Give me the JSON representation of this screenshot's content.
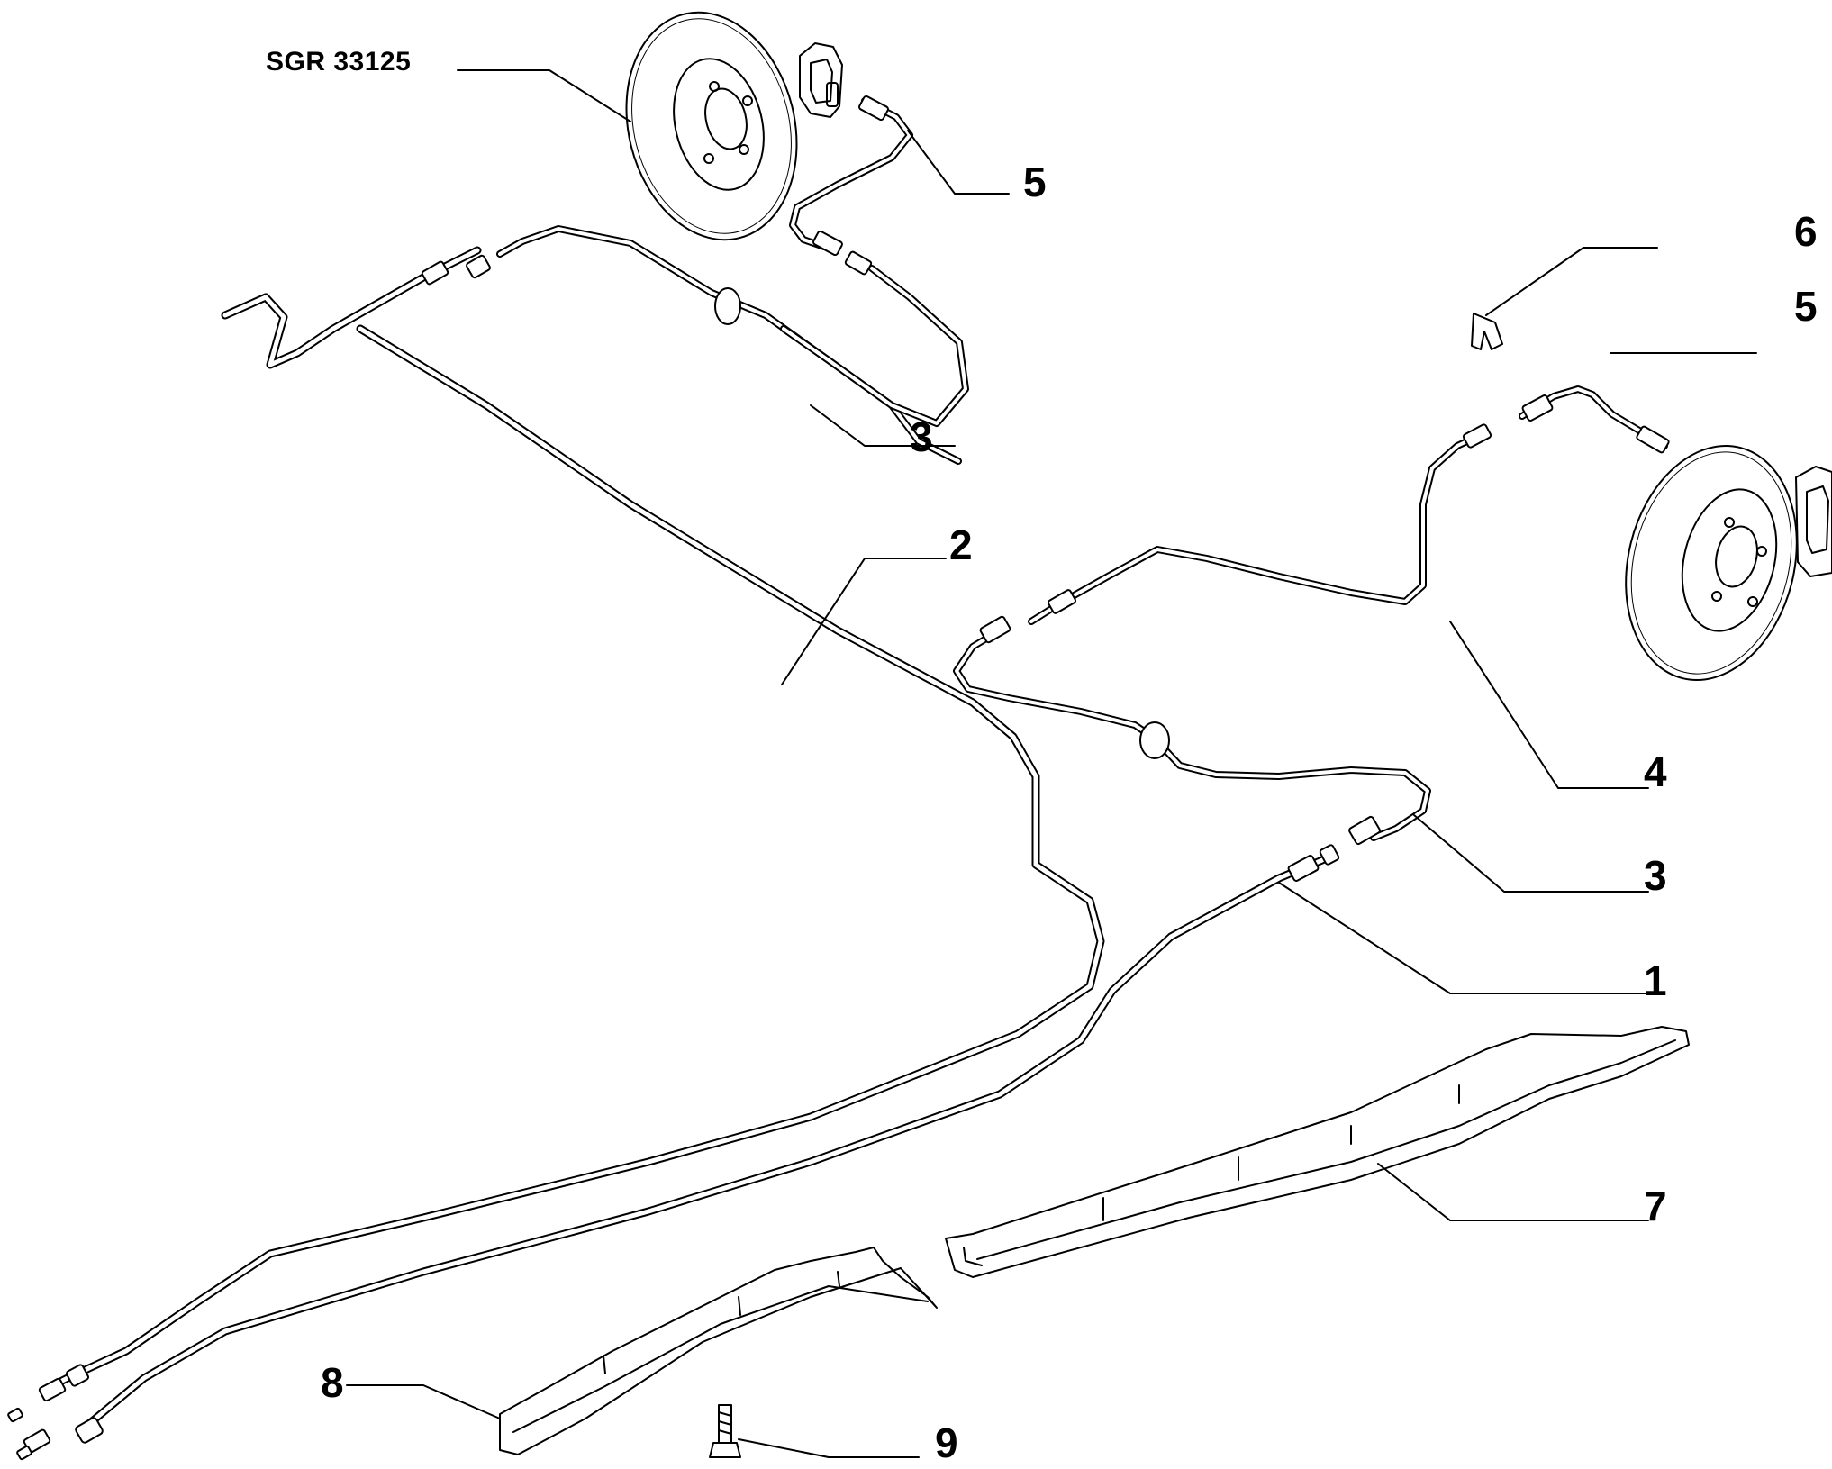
{
  "reference_code": "SGR 33125",
  "callouts": {
    "c1": "1",
    "c2": "2",
    "c3a": "3",
    "c3b": "3",
    "c4": "4",
    "c5a": "5",
    "c5b": "5",
    "c6": "6",
    "c7": "7",
    "c8": "8",
    "c9": "9"
  },
  "colors": {
    "line": "#000000",
    "background": "#ffffff"
  }
}
